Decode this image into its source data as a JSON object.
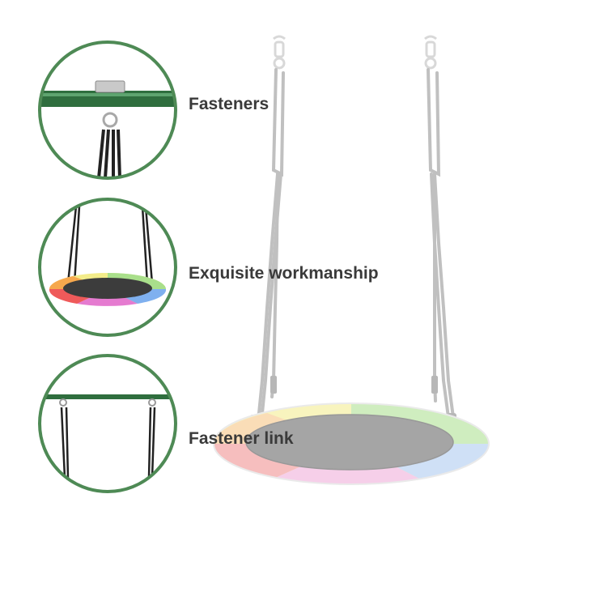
{
  "features": [
    {
      "label": "Fasteners"
    },
    {
      "label": "Exquisite workmanship"
    },
    {
      "label": "Fastener link"
    }
  ],
  "colors": {
    "circle_border": "#4e8a55",
    "bar_green": "#2f6e3e",
    "rope_dark": "#222222",
    "rope_gray": "#9a9a9a",
    "net_gray": "#6b6b6b",
    "rim_yellow": "#f3ec8a",
    "rim_green": "#a9df8b",
    "rim_blue": "#a9c7ef",
    "rim_pink": "#f0a8d8",
    "rim_red": "#f08a8a",
    "rim_orange": "#f6c27d"
  }
}
